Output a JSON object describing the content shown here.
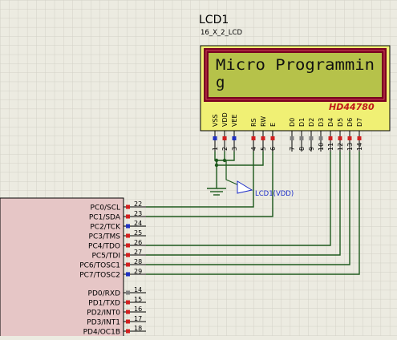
{
  "lcd": {
    "name": "LCD1",
    "model": "16_X_2_LCD",
    "display_line1": "Micro Programmin",
    "display_line2": "g",
    "controller": "HD44780",
    "pins": [
      {
        "number": "1",
        "name": "VSS"
      },
      {
        "number": "2",
        "name": "VDD"
      },
      {
        "number": "3",
        "name": "VEE"
      },
      {
        "number": "4",
        "name": "RS"
      },
      {
        "number": "5",
        "name": "RW"
      },
      {
        "number": "6",
        "name": "E"
      },
      {
        "number": "7",
        "name": "D0"
      },
      {
        "number": "8",
        "name": "D1"
      },
      {
        "number": "9",
        "name": "D2"
      },
      {
        "number": "10",
        "name": "D3"
      },
      {
        "number": "11",
        "name": "D4"
      },
      {
        "number": "12",
        "name": "D5"
      },
      {
        "number": "13",
        "name": "D6"
      },
      {
        "number": "14",
        "name": "D7"
      }
    ],
    "power_label": "LCD1(VDD)"
  },
  "mcu": {
    "pins": [
      {
        "name": "PC0/SCL",
        "number": "22"
      },
      {
        "name": "PC1/SDA",
        "number": "23"
      },
      {
        "name": "PC2/TCK",
        "number": "24"
      },
      {
        "name": "PC3/TMS",
        "number": "25"
      },
      {
        "name": "PC4/TDO",
        "number": "26"
      },
      {
        "name": "PC5/TDI",
        "number": "27"
      },
      {
        "name": "PC6/TOSC1",
        "number": "28"
      },
      {
        "name": "PC7/TOSC2",
        "number": "29"
      },
      {
        "name": "PD0/RXD",
        "number": "14"
      },
      {
        "name": "PD1/TXD",
        "number": "15"
      },
      {
        "name": "PD2/INT0",
        "number": "16"
      },
      {
        "name": "PD3/INT1",
        "number": "17"
      },
      {
        "name": "PD4/OC1B",
        "number": "18"
      }
    ]
  },
  "colors": {
    "background": "#ecebe1",
    "grid": "#d0cfc4",
    "wire": "#1e5a1e",
    "lcd_body": "#f0f074",
    "lcd_bezel": "#7a0020",
    "lcd_screen": "#b6c24a",
    "controller_text": "#c01818",
    "mcu_body": "#e6c6c6",
    "pin_red": "#d02020",
    "pin_blue": "#2030c0",
    "pin_gray": "#808080",
    "label_blue": "#1a2bc8"
  }
}
